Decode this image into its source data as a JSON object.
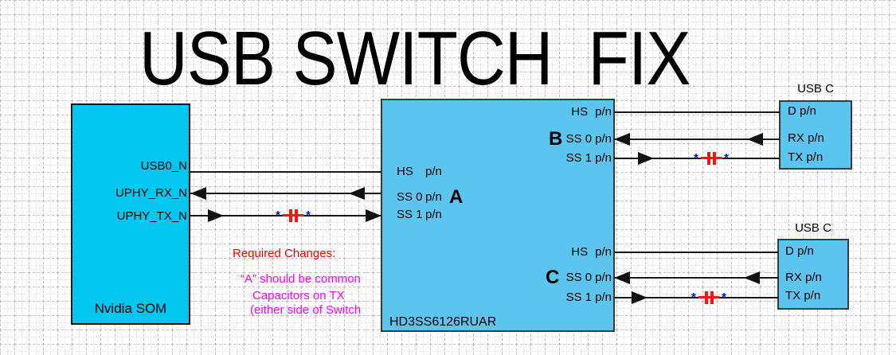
{
  "title": "USB SWITCH  FIX",
  "som": {
    "label": "Nvidia SOM",
    "pins": {
      "usb0": "USB0_N",
      "rx": "UPHY_RX_N",
      "tx": "UPHY_TX_N"
    }
  },
  "switch": {
    "label": "HD3SS6126RUAR",
    "pn": "p/n",
    "groups": {
      "a": {
        "tag": "A",
        "hs": "HS",
        "ss0": "SS 0",
        "ss1": "SS 1"
      },
      "b": {
        "tag": "B",
        "hs": "HS",
        "ss0": "SS 0",
        "ss1": "SS 1"
      },
      "c": {
        "tag": "C",
        "hs": "HS",
        "ss0": "SS 0",
        "ss1": "SS 1"
      }
    }
  },
  "usbc_top": {
    "title": "USB C",
    "pins": {
      "d": "D p/n",
      "rx": "RX p/n",
      "tx": "TX p/n"
    }
  },
  "usbc_bottom": {
    "title": "USB C",
    "pins": {
      "d": "D p/n",
      "rx": "RX p/n",
      "tx": "TX p/n"
    }
  },
  "notes": {
    "heading": "Required Changes:",
    "line1": "“A” should be common",
    "line2": "Capacitors on TX",
    "line3": "(either side of Switch"
  },
  "symbols": {
    "capacitor_star": "*"
  },
  "colors": {
    "som_fill": "#00c6f0",
    "block_fill": "#5cc5ef",
    "wire": "#1a1a1a",
    "heading_red": "#ff0000",
    "note_magenta": "#ff00ff",
    "capacitor_red": "#ff1111",
    "star_blue": "#0011cc"
  }
}
